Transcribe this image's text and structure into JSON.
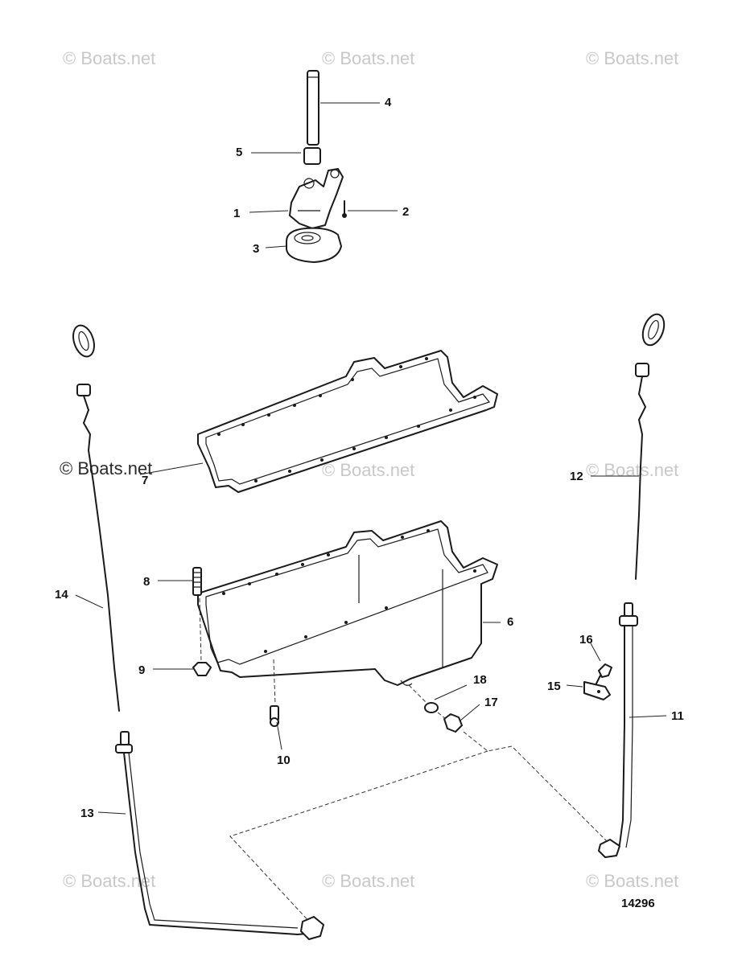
{
  "watermark": "© Boats.net",
  "figure_number": "14296",
  "callouts": [
    {
      "id": "1",
      "label": "1"
    },
    {
      "id": "2",
      "label": "2"
    },
    {
      "id": "3",
      "label": "3"
    },
    {
      "id": "4",
      "label": "4"
    },
    {
      "id": "5",
      "label": "5"
    },
    {
      "id": "6",
      "label": "6"
    },
    {
      "id": "7",
      "label": "7"
    },
    {
      "id": "8",
      "label": "8"
    },
    {
      "id": "9",
      "label": "9"
    },
    {
      "id": "10",
      "label": "10"
    },
    {
      "id": "11",
      "label": "11"
    },
    {
      "id": "12",
      "label": "12"
    },
    {
      "id": "13",
      "label": "13"
    },
    {
      "id": "14",
      "label": "14"
    },
    {
      "id": "15",
      "label": "15"
    },
    {
      "id": "16",
      "label": "16"
    },
    {
      "id": "17",
      "label": "17"
    },
    {
      "id": "18",
      "label": "18"
    }
  ]
}
